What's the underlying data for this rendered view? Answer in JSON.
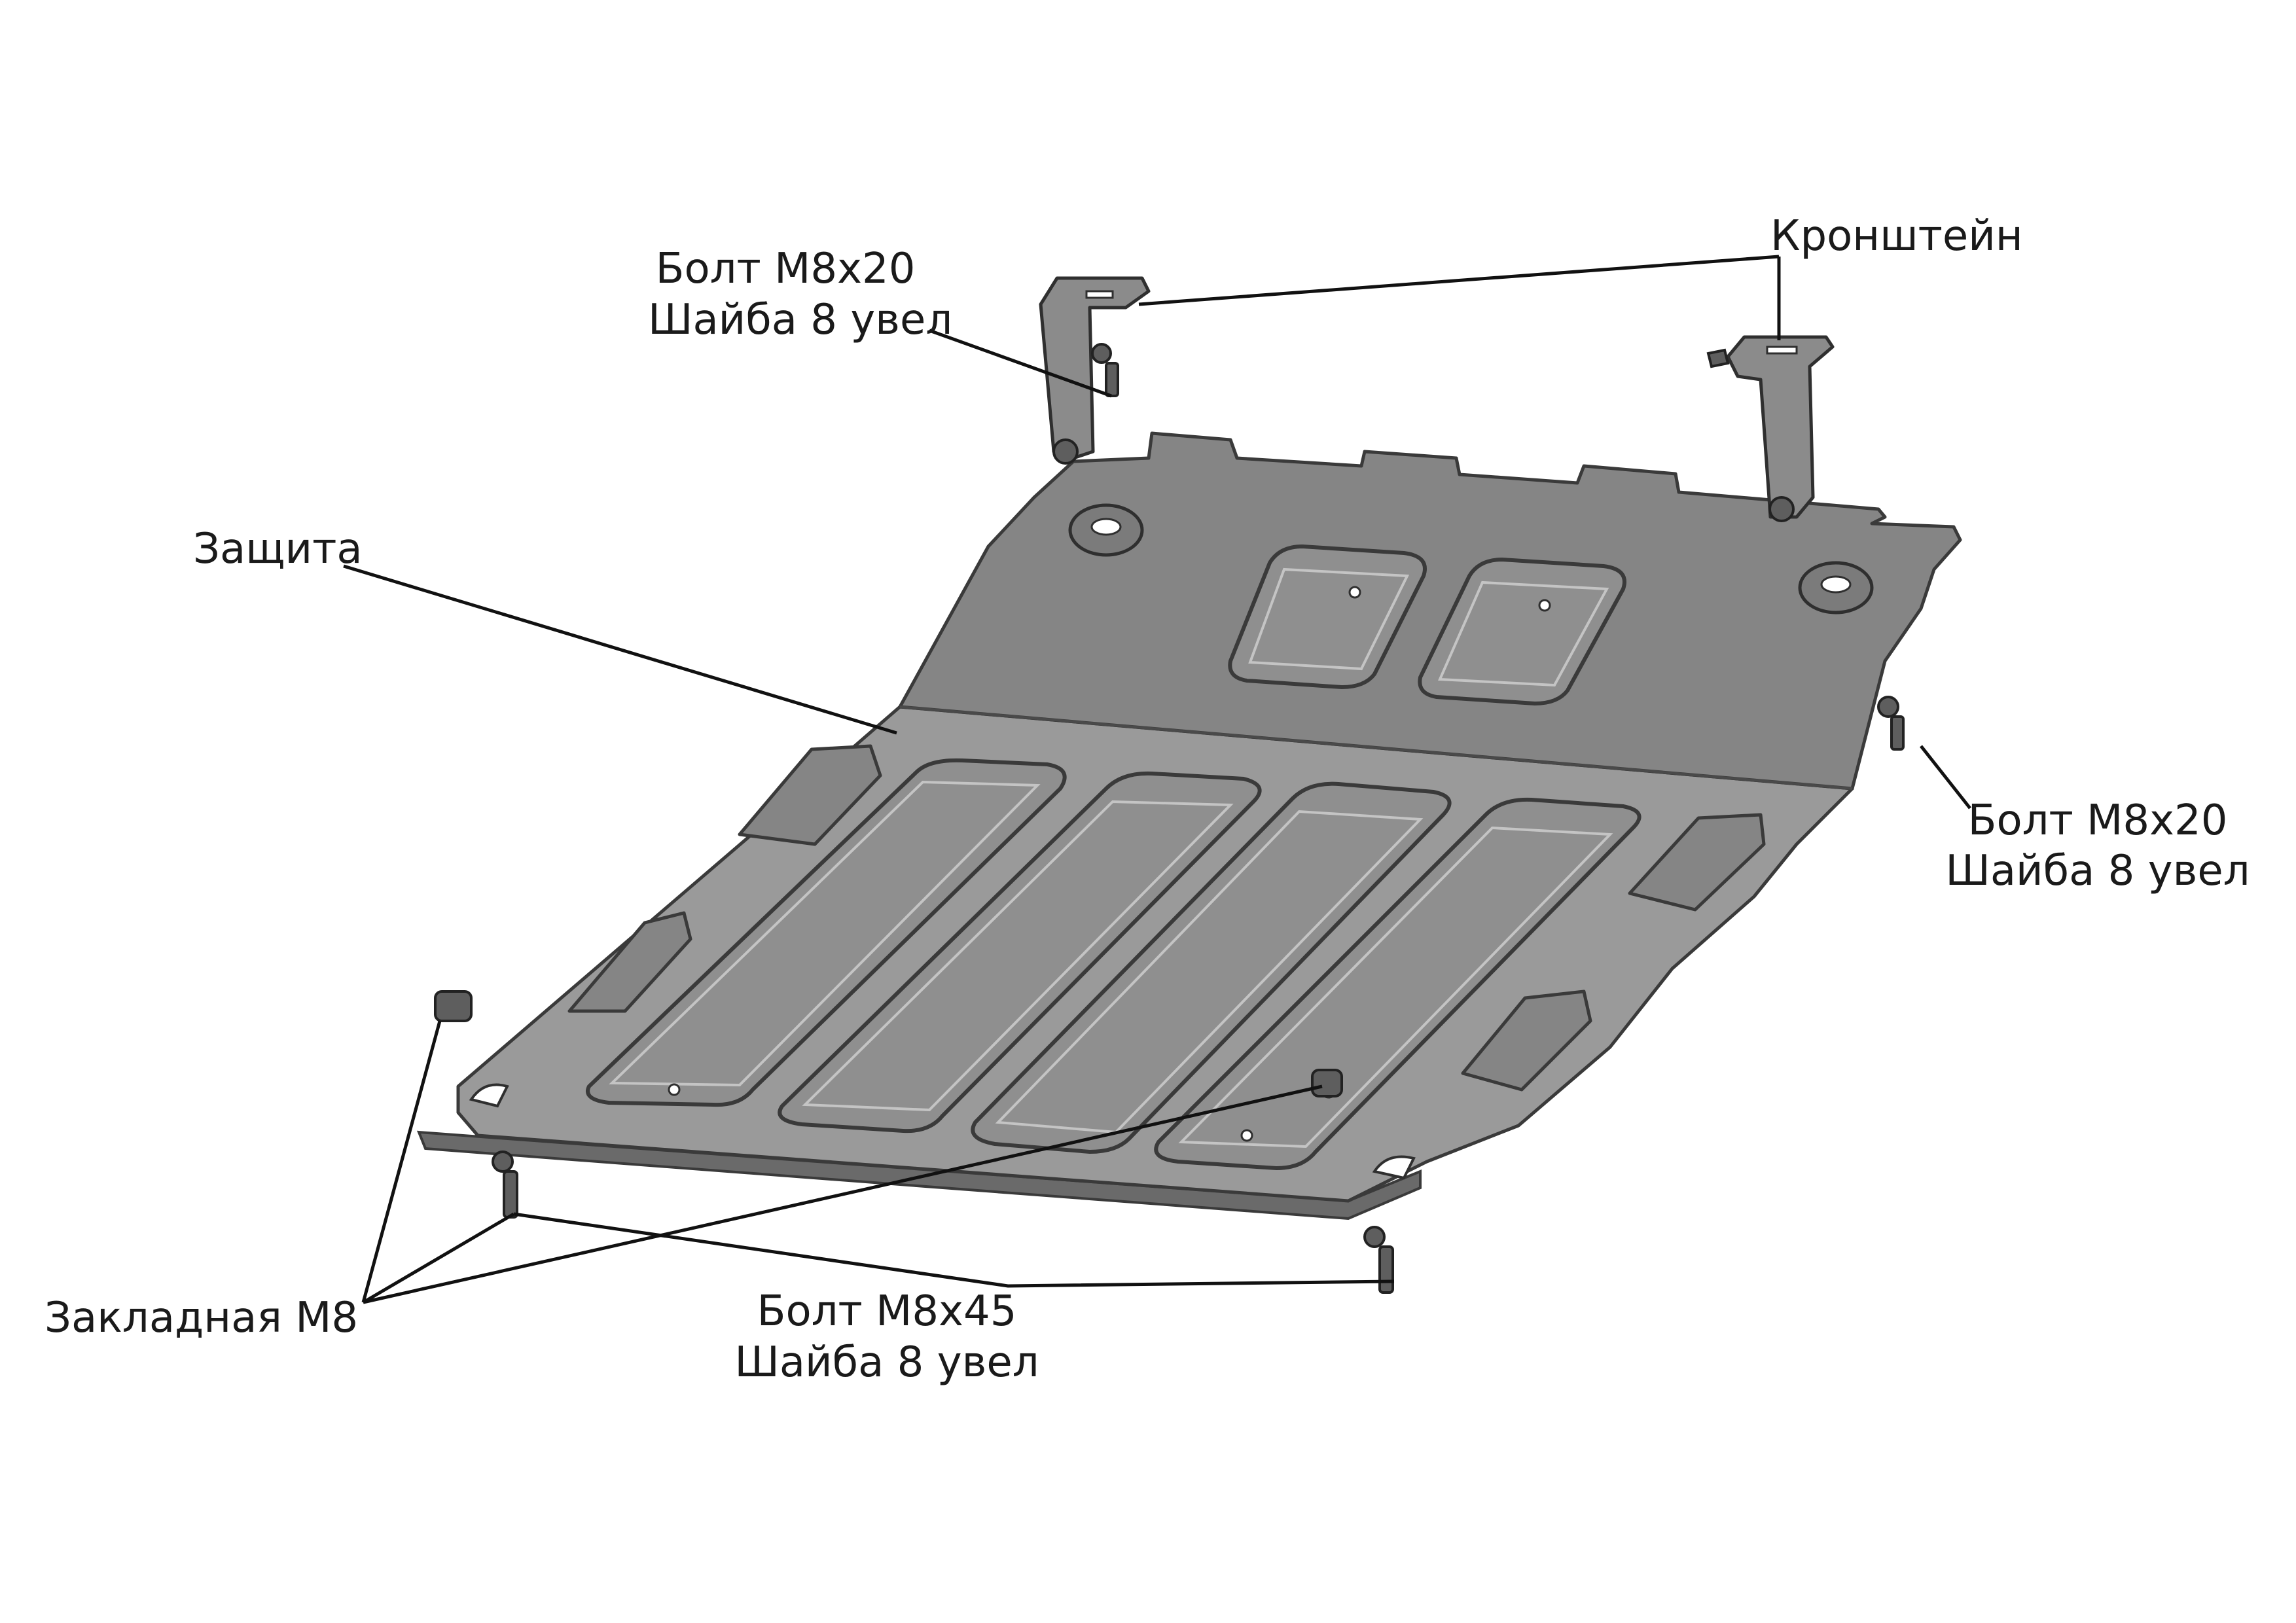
{
  "labels": {
    "bolt_top_left": {
      "line1": "Болт М8х20",
      "line2": "Шайба 8 увел"
    },
    "bracket": {
      "line1": "Кронштейн"
    },
    "shield": {
      "line1": "Защита"
    },
    "bolt_right": {
      "line1": "Болт М8х20",
      "line2": "Шайба 8 увел"
    },
    "insert": {
      "line1": "Закладная М8"
    },
    "bolt_bottom": {
      "line1": "Болт М8х45",
      "line2": "Шайба 8 увел"
    }
  },
  "parts": [
    {
      "name": "Защита",
      "icon": "skid-plate"
    },
    {
      "name": "Кронштейн",
      "icon": "mounting-bracket"
    },
    {
      "name": "Болт М8х20",
      "icon": "bolt"
    },
    {
      "name": "Болт М8х45",
      "icon": "bolt"
    },
    {
      "name": "Шайба 8 увел",
      "icon": "washer"
    },
    {
      "name": "Закладная М8",
      "icon": "threaded-insert"
    }
  ],
  "colors": {
    "plate": "#9a9a9a",
    "outline": "#3a3a3a",
    "hardware": "#5e5e5e",
    "leader": "#111111",
    "background": "#ffffff"
  }
}
